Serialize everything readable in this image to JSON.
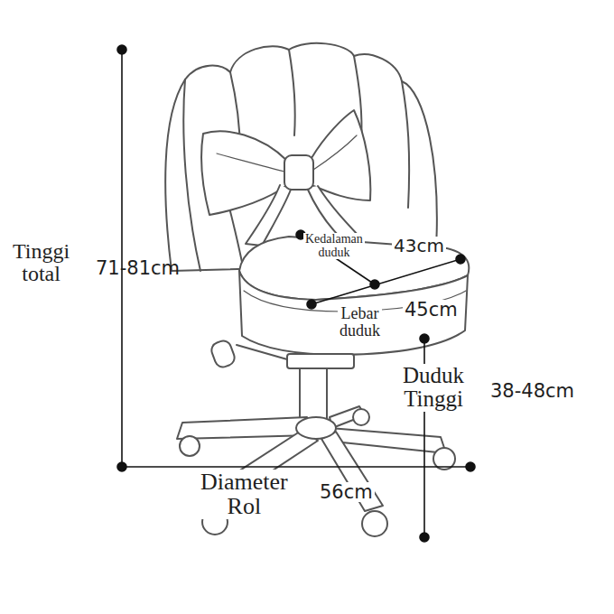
{
  "diagram": {
    "labels": [
      "Tinggi total",
      "71-81cm",
      "Kedalaman duduk",
      "43cm",
      "Lebar duduk",
      "45cm",
      "Duduk Tinggi",
      "38-48cm",
      "Diameter Rol",
      "56cm"
    ]
  }
}
